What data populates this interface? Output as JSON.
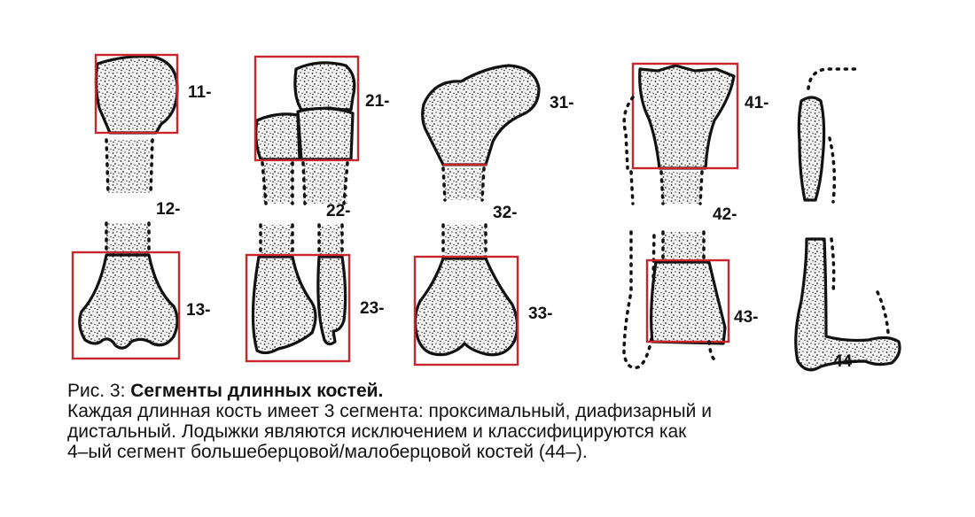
{
  "segments": [
    {
      "code": "11-"
    },
    {
      "code": "12-"
    },
    {
      "code": "13-"
    },
    {
      "code": "21-"
    },
    {
      "code": "22-"
    },
    {
      "code": "23-"
    },
    {
      "code": "31-"
    },
    {
      "code": "32-"
    },
    {
      "code": "33-"
    },
    {
      "code": "41-"
    },
    {
      "code": "42-"
    },
    {
      "code": "43-"
    },
    {
      "code": "44-"
    }
  ],
  "caption": {
    "prefix": "Рис. 3: ",
    "title": "Сегменты длинных костей.",
    "line1": "Каждая длинная кость имеет 3 сегмента: проксимальный, диафизарный  и",
    "line2": "дистальный.  Лодыжки являются исключением и классифицируются как",
    "line3": "4–ый сегмент большеберцовой/малоберцовой костей (44–)."
  },
  "colors": {
    "frame": "#c8262c",
    "ink": "#111111"
  }
}
